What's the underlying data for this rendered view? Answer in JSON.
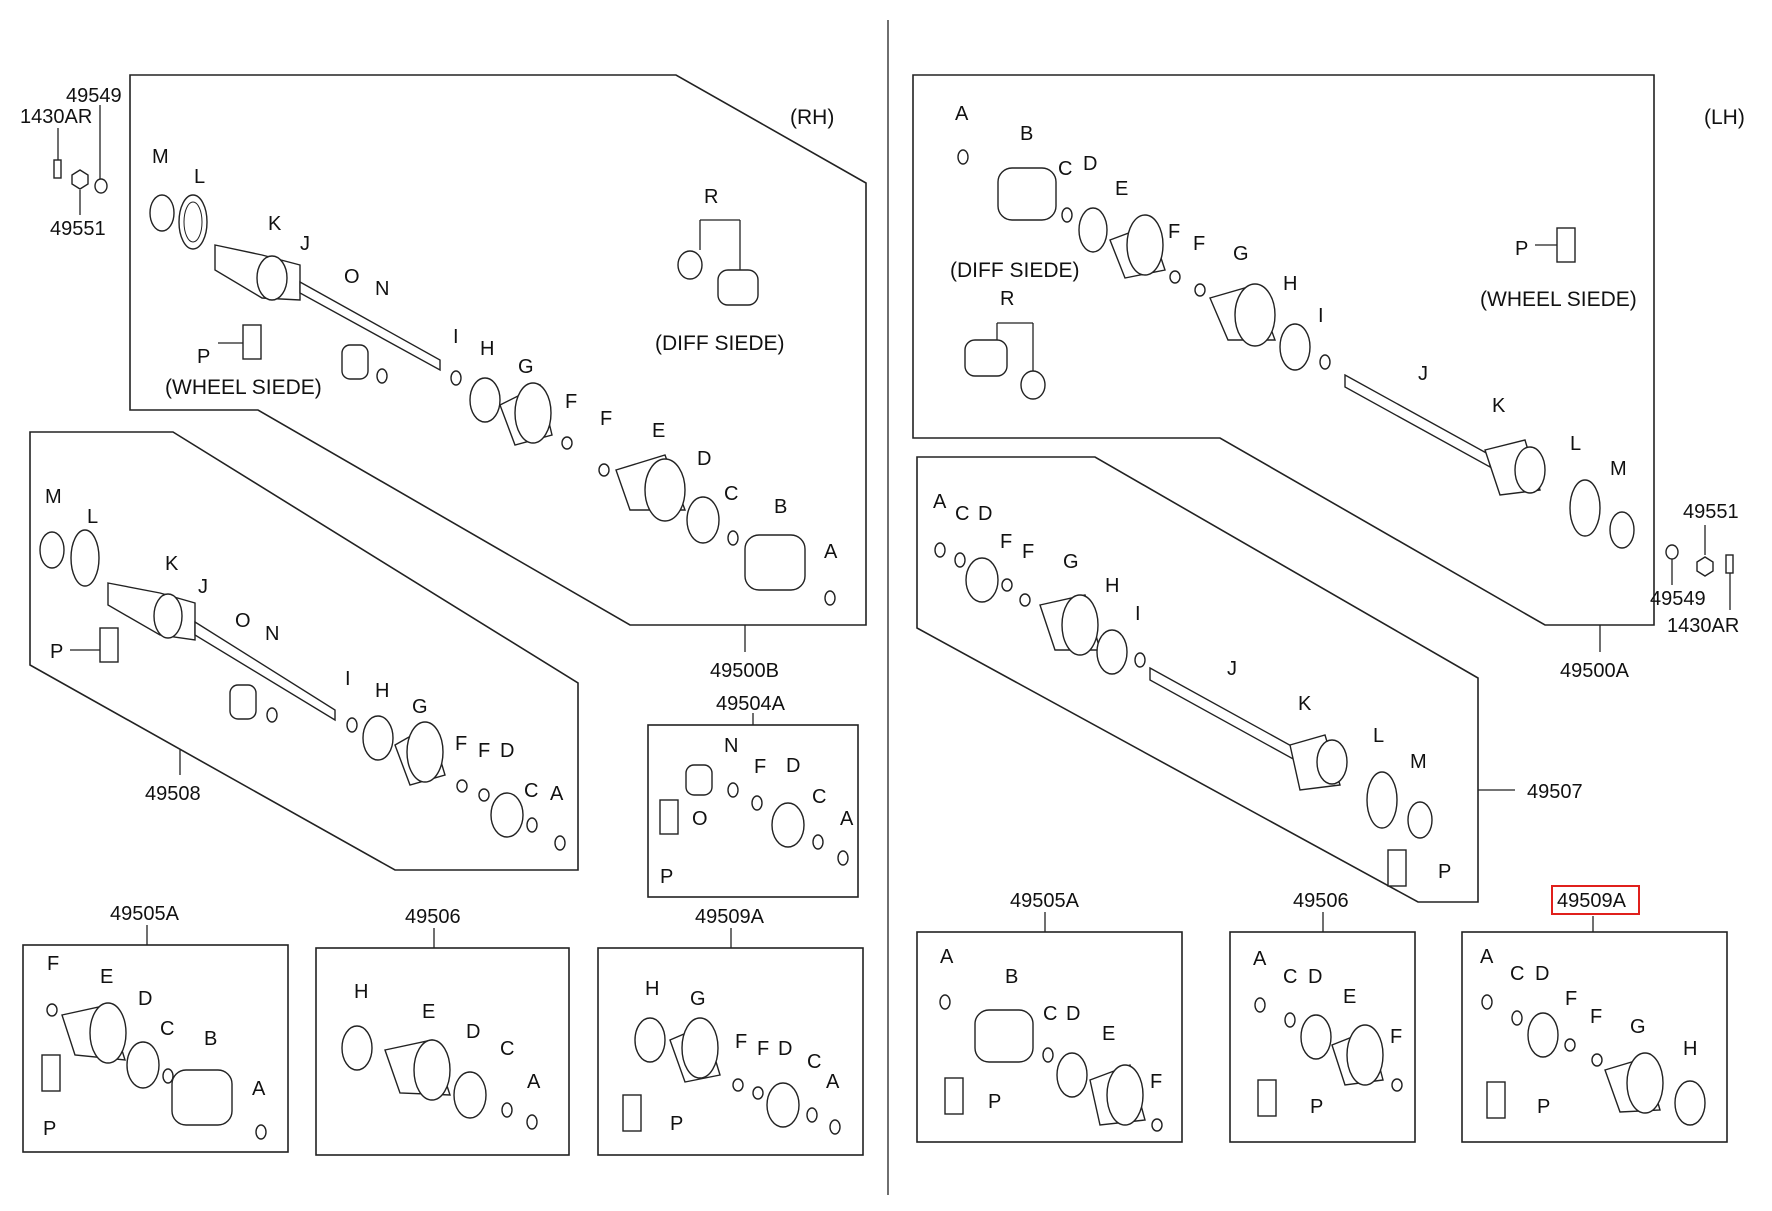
{
  "side_labels": {
    "rh": "(RH)",
    "lh": "(LH)"
  },
  "captions": {
    "diff_siede": "(DIFF SIEDE)",
    "wheel_siede": "(WHEEL SIEDE)"
  },
  "part_numbers": {
    "p1430AR": "1430AR",
    "p49549": "49549",
    "p49551": "49551",
    "p49500B": "49500B",
    "p49500A": "49500A",
    "p49508": "49508",
    "p49507": "49507",
    "p49504A": "49504A",
    "p49505A": "49505A",
    "p49506": "49506",
    "p49509A": "49509A"
  },
  "letters": {
    "A": "A",
    "B": "B",
    "C": "C",
    "D": "D",
    "E": "E",
    "F": "F",
    "G": "G",
    "H": "H",
    "I": "I",
    "J": "J",
    "K": "K",
    "L": "L",
    "M": "M",
    "N": "N",
    "O": "O",
    "P": "P",
    "R": "R"
  },
  "highlighted_part": "49509A",
  "colors": {
    "line": "#222222",
    "highlight": "#e0201c",
    "background": "#ffffff"
  }
}
